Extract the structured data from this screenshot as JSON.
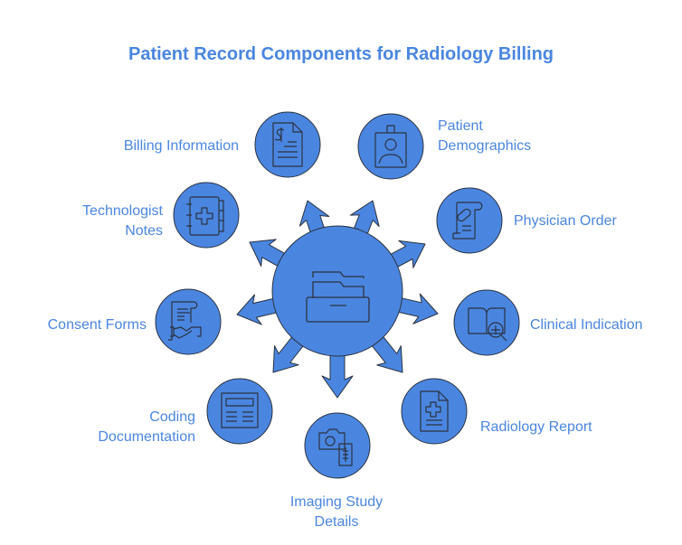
{
  "title": "Patient Record Components for Radiology Billing",
  "colors": {
    "fill": "#4a86e0",
    "stroke": "#2b3240",
    "text": "#4a86e0"
  },
  "center": {
    "icon": "folder-cabinet-icon"
  },
  "components": [
    {
      "id": "billing",
      "label_lines": [
        "Billing Information"
      ],
      "icon": "invoice-dollar-icon"
    },
    {
      "id": "demographics",
      "label_lines": [
        "Patient",
        "Demographics"
      ],
      "icon": "id-badge-icon"
    },
    {
      "id": "physician",
      "label_lines": [
        "Physician Order"
      ],
      "icon": "prescription-icon"
    },
    {
      "id": "clinical",
      "label_lines": [
        "Clinical Indication"
      ],
      "icon": "book-search-icon"
    },
    {
      "id": "report",
      "label_lines": [
        "Radiology Report"
      ],
      "icon": "medical-document-icon"
    },
    {
      "id": "imaging",
      "label_lines": [
        "Imaging Study",
        "Details"
      ],
      "icon": "camera-file-icon"
    },
    {
      "id": "coding",
      "label_lines": [
        "Coding",
        "Documentation"
      ],
      "icon": "form-layout-icon"
    },
    {
      "id": "consent",
      "label_lines": [
        "Consent Forms"
      ],
      "icon": "handshake-scroll-icon"
    },
    {
      "id": "technologist",
      "label_lines": [
        "Technologist",
        "Notes"
      ],
      "icon": "medical-notebook-icon"
    }
  ]
}
